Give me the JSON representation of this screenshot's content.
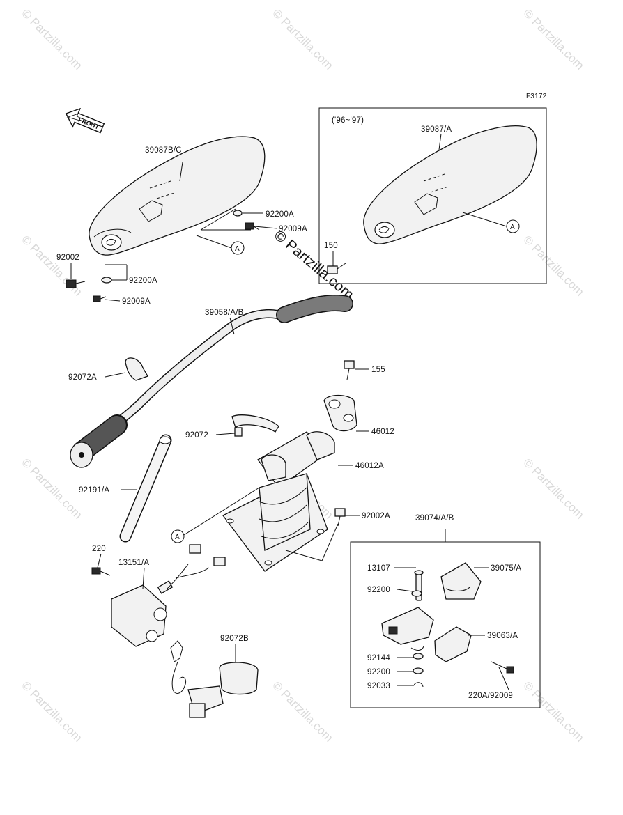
{
  "figure_code": "F3172",
  "front_label": "FRONT",
  "inset_years": "('96~'97)",
  "watermark_text": "© Partzilla.com",
  "center_watermark": "© Partzilla.com",
  "ref_letter": "A",
  "labels": {
    "cover_main": "39087B/C",
    "cover_inset": "39087/A",
    "washer_a_top": "92200A",
    "bolt_a_top": "92009A",
    "bolt_left": "92002",
    "washer_a_left": "92200A",
    "bolt_a_left": "92009A",
    "bolt_150": "150",
    "handlebar": "39058/A/B",
    "clamp_left": "92072A",
    "bolt_155": "155",
    "holder": "46012",
    "clamp_mid": "92072",
    "holder_a": "46012A",
    "tube": "92191/A",
    "bolt_92002a": "92002A",
    "throttle_assy": "39074/A/B",
    "bolt_220": "220",
    "switch": "13151/A",
    "pin": "13107",
    "lever": "39075/A",
    "washer_upper": "92200",
    "case": "39063/A",
    "spring": "92144",
    "washer_lower": "92200",
    "circlip": "92033",
    "screw_bottom": "220A/92009",
    "clamp_b": "92072B"
  }
}
